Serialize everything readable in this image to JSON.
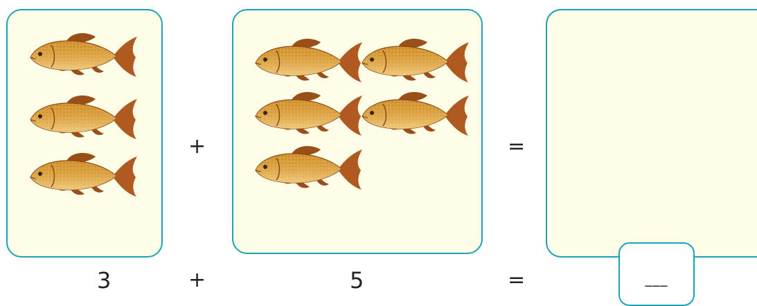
{
  "equation_top": {
    "plus": "+",
    "equals": "="
  },
  "equation_bottom": {
    "first_number": "3",
    "plus": "+",
    "second_number": "5",
    "equals": "=",
    "answer_blank": "___"
  },
  "groups": {
    "first_fish_count": 3,
    "second_fish_count": 5,
    "result_fish_count": 0
  },
  "icon": "fish-icon",
  "colors": {
    "border": "#1aa3b5",
    "box_fill": "#fefde8"
  }
}
